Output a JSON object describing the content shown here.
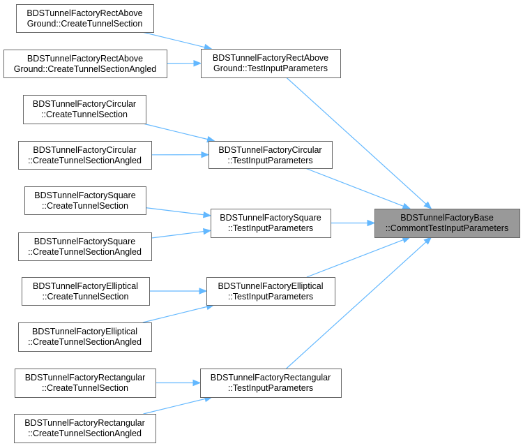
{
  "colors": {
    "edge": "#63b8ff",
    "node_border": "#666666",
    "node_fill": "#ffffff",
    "root_fill": "#999999"
  },
  "nodes": {
    "n_root": {
      "lines": [
        "BDSTunnelFactoryBase",
        "::CommontTestInputParameters"
      ],
      "root": true
    },
    "n_ra_tip": {
      "lines": [
        "BDSTunnelFactoryRectAbove",
        "Ground::TestInputParameters"
      ]
    },
    "n_ra_cs": {
      "lines": [
        "BDSTunnelFactoryRectAbove",
        "Ground::CreateTunnelSection"
      ]
    },
    "n_ra_csa": {
      "lines": [
        "BDSTunnelFactoryRectAbove",
        "Ground::CreateTunnelSectionAngled"
      ]
    },
    "n_ci_tip": {
      "lines": [
        "BDSTunnelFactoryCircular",
        "::TestInputParameters"
      ]
    },
    "n_ci_cs": {
      "lines": [
        "BDSTunnelFactoryCircular",
        "::CreateTunnelSection"
      ]
    },
    "n_ci_csa": {
      "lines": [
        "BDSTunnelFactoryCircular",
        "::CreateTunnelSectionAngled"
      ]
    },
    "n_sq_tip": {
      "lines": [
        "BDSTunnelFactorySquare",
        "::TestInputParameters"
      ]
    },
    "n_sq_cs": {
      "lines": [
        "BDSTunnelFactorySquare",
        "::CreateTunnelSection"
      ]
    },
    "n_sq_csa": {
      "lines": [
        "BDSTunnelFactorySquare",
        "::CreateTunnelSectionAngled"
      ]
    },
    "n_el_tip": {
      "lines": [
        "BDSTunnelFactoryElliptical",
        "::TestInputParameters"
      ]
    },
    "n_el_cs": {
      "lines": [
        "BDSTunnelFactoryElliptical",
        "::CreateTunnelSection"
      ]
    },
    "n_el_csa": {
      "lines": [
        "BDSTunnelFactoryElliptical",
        "::CreateTunnelSectionAngled"
      ]
    },
    "n_re_tip": {
      "lines": [
        "BDSTunnelFactoryRectangular",
        "::TestInputParameters"
      ]
    },
    "n_re_cs": {
      "lines": [
        "BDSTunnelFactoryRectangular",
        "::CreateTunnelSection"
      ]
    },
    "n_re_csa": {
      "lines": [
        "BDSTunnelFactoryRectangular",
        "::CreateTunnelSectionAngled"
      ]
    }
  },
  "edges": [
    [
      "n_ra_cs",
      "n_ra_tip"
    ],
    [
      "n_ra_csa",
      "n_ra_tip"
    ],
    [
      "n_ra_tip",
      "n_root"
    ],
    [
      "n_ci_cs",
      "n_ci_tip"
    ],
    [
      "n_ci_csa",
      "n_ci_tip"
    ],
    [
      "n_ci_tip",
      "n_root"
    ],
    [
      "n_sq_cs",
      "n_sq_tip"
    ],
    [
      "n_sq_csa",
      "n_sq_tip"
    ],
    [
      "n_sq_tip",
      "n_root"
    ],
    [
      "n_el_cs",
      "n_el_tip"
    ],
    [
      "n_el_csa",
      "n_el_tip"
    ],
    [
      "n_el_tip",
      "n_root"
    ],
    [
      "n_re_cs",
      "n_re_tip"
    ],
    [
      "n_re_csa",
      "n_re_tip"
    ],
    [
      "n_re_tip",
      "n_root"
    ]
  ]
}
